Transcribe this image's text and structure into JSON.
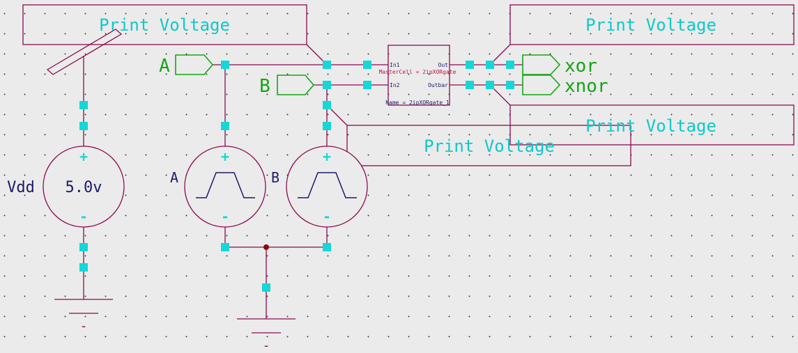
{
  "probes": {
    "print_voltage_label": "Print Voltage"
  },
  "sources": {
    "vdd": {
      "name": "Vdd",
      "value": "5.0v",
      "plus": "+",
      "minus": "-"
    },
    "a": {
      "name": "A",
      "plus": "+",
      "minus": "-"
    },
    "b": {
      "name": "B",
      "plus": "+",
      "minus": "-"
    }
  },
  "inputs": {
    "a": "A",
    "b": "B"
  },
  "outputs": {
    "xor": "xor",
    "xnor": "xnor"
  },
  "cell": {
    "pin_in1": "In1",
    "pin_in2": "In2",
    "pin_out": "Out",
    "pin_outbar": "Outbar",
    "master_cell": "MasterCell = 2ipXORgate",
    "instance_name": "Name = 2ipXORgate_1"
  },
  "ground_symbol": "-",
  "colors": {
    "wire": "#8b0a4e",
    "node": "#15d7d7",
    "probe_text": "#10c8c8",
    "port": "#14a514",
    "label": "#1a1a6a",
    "background": "#ebebeb"
  }
}
